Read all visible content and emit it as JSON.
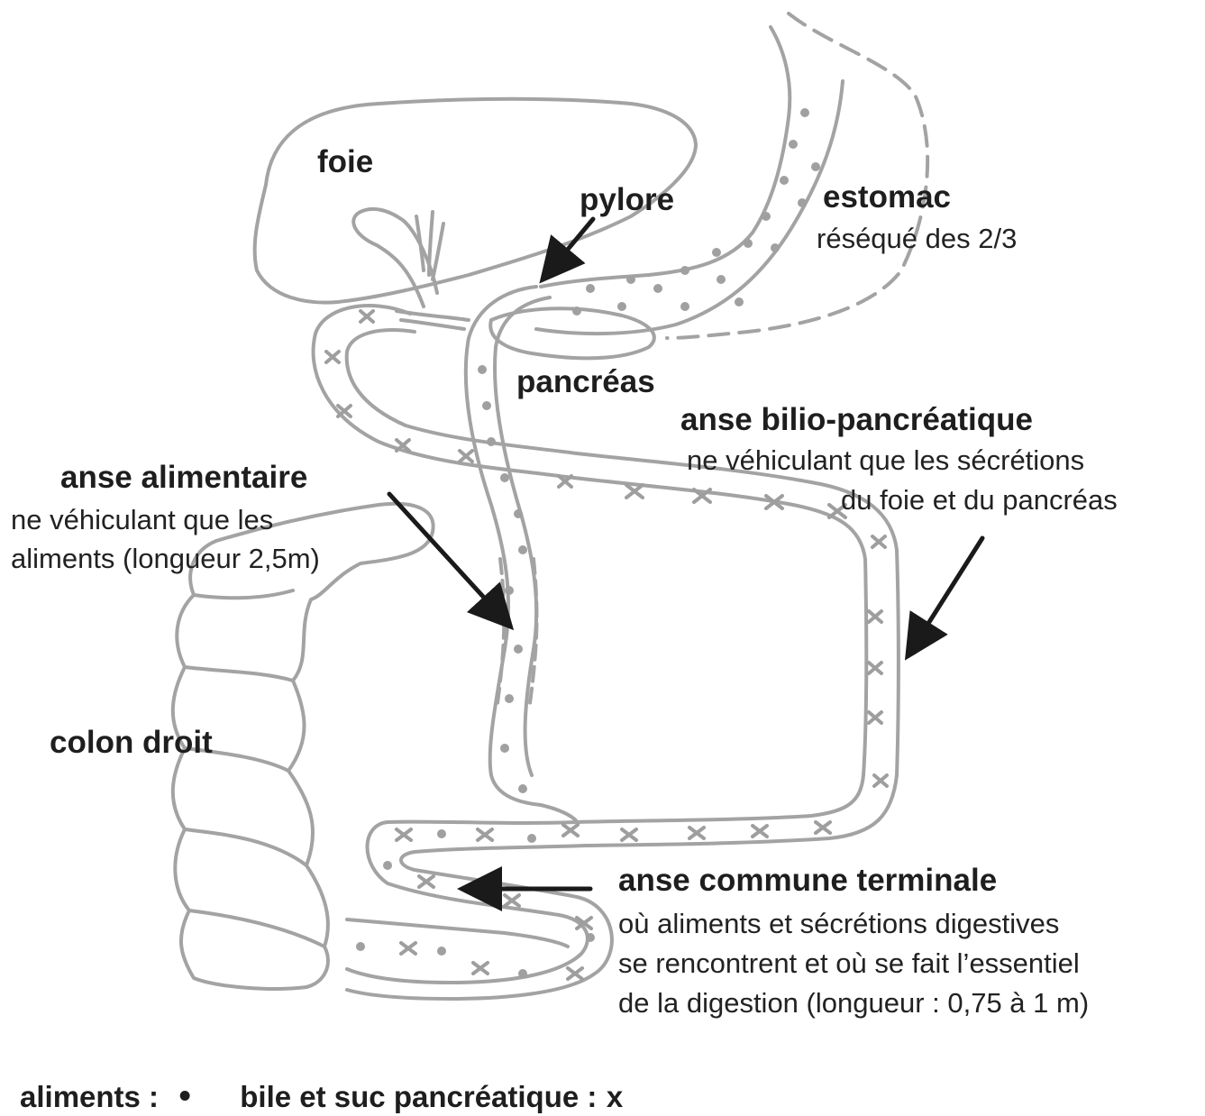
{
  "labels": {
    "foie": "foie",
    "pylore": "pylore",
    "estomac_title": "estomac",
    "estomac_desc": "réséqué des 2/3",
    "pancreas": "pancréas",
    "bilio_title": "anse bilio-pancréatique",
    "bilio_desc_1": "ne véhiculant que les sécrétions",
    "bilio_desc_2": "du foie et du pancréas",
    "alim_title": "anse alimentaire",
    "alim_desc_1": "ne véhiculant que les",
    "alim_desc_2": "aliments (longueur 2,5m)",
    "colon": "colon droit",
    "commune_title": "anse commune terminale",
    "commune_desc_1": "où aliments et sécrétions digestives",
    "commune_desc_2": "se rencontrent et où se fait l’essentiel",
    "commune_desc_3": "de la digestion (longueur : 0,75 à 1 m)"
  },
  "legend": {
    "food_label": "aliments :",
    "food_symbol": "•",
    "bile_label": "bile et suc pancréatique :",
    "bile_symbol": "x"
  },
  "colors": {
    "sketch": "#9a9a9a",
    "arrow": "#1a1a1a",
    "label": "#1e1e1e"
  }
}
